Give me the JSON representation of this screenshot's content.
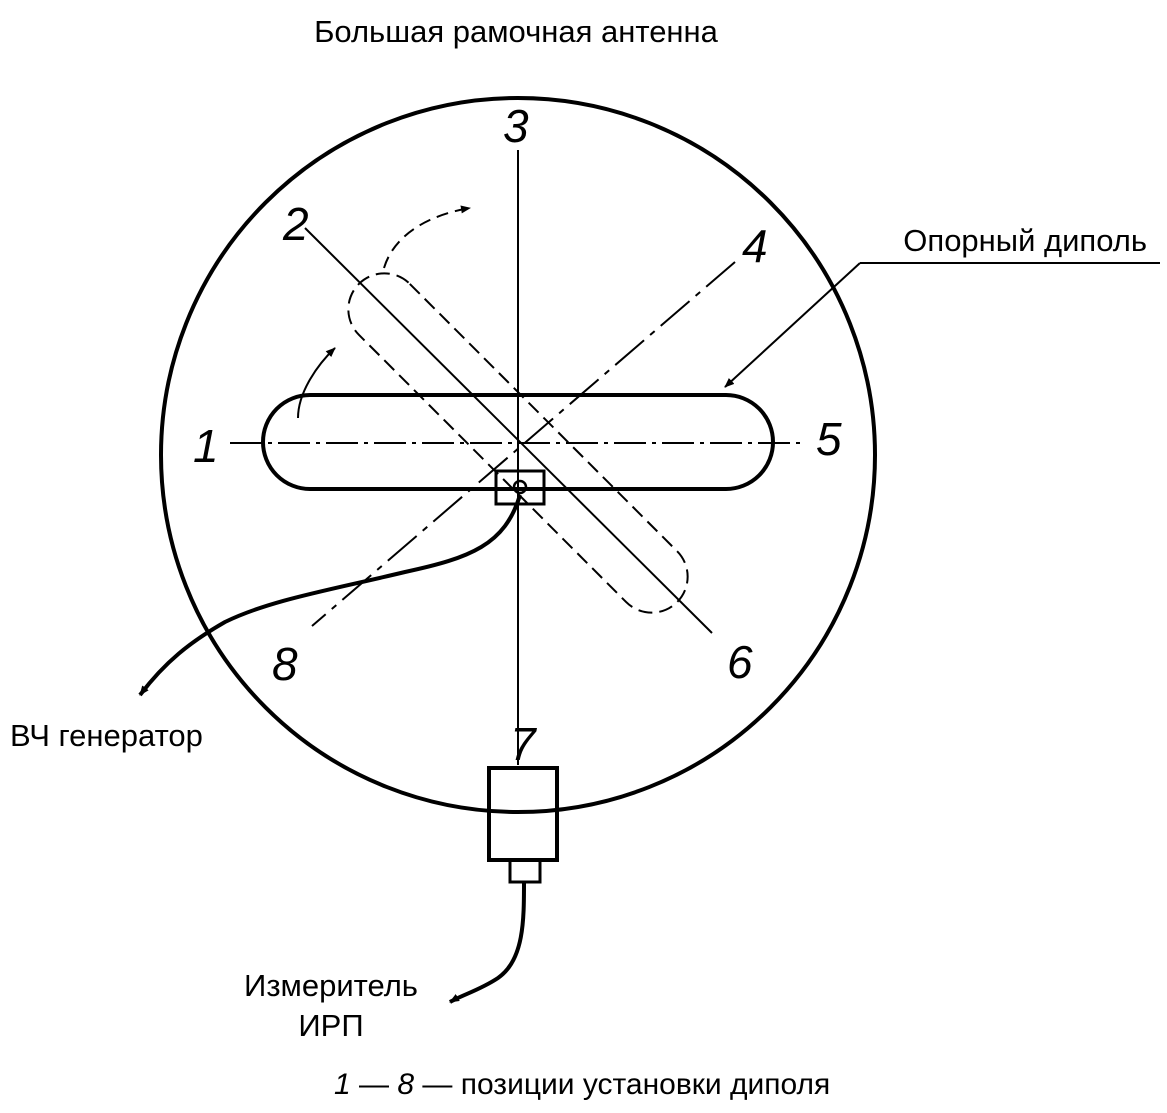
{
  "title": "Большая рамочная антенна",
  "labels": {
    "reference_dipole": "Опорный диполь",
    "rf_generator": "ВЧ генератор",
    "meter_line1": "Измеритель",
    "meter_line2": "ИРП"
  },
  "positions": [
    "1",
    "2",
    "3",
    "4",
    "5",
    "6",
    "7",
    "8"
  ],
  "caption": {
    "start": "1",
    "dash1": " — ",
    "end": "8",
    "text": " — позиции установки  диполя"
  }
}
